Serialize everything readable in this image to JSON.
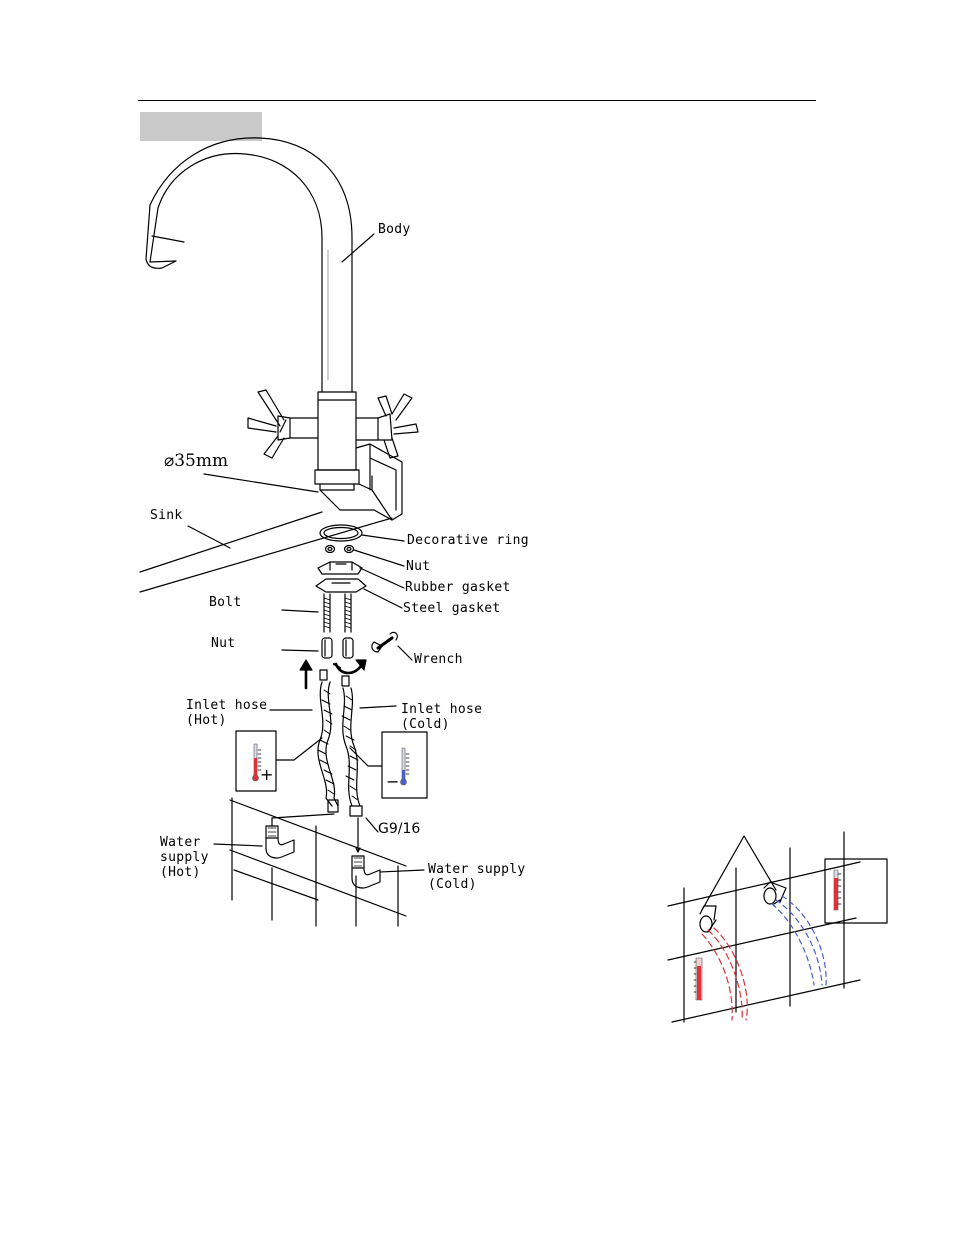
{
  "labels": {
    "body": "Body",
    "diameter": "⌀35mm",
    "sink": "Sink",
    "decorative_ring": "Decorative ring",
    "nut_top": "Nut",
    "rubber_gasket": "Rubber gasket",
    "steel_gasket": "Steel gasket",
    "bolt": "Bolt",
    "nut_lower": "Nut",
    "wrench": "Wrench",
    "inlet_hot": [
      "Inlet hose",
      "(Hot)"
    ],
    "inlet_cold": [
      "Inlet hose",
      "(Cold)"
    ],
    "thread": "G9/16",
    "supply_hot": [
      "Water",
      "supply",
      "(Hot)"
    ],
    "supply_cold": [
      "Water supply",
      "(Cold)"
    ],
    "plus_sign": "+",
    "minus_sign": "−"
  },
  "colors": {
    "line": "#000000",
    "tab": "#c9c9c9",
    "hot": "#e0303a",
    "cold": "#4a5fd0"
  }
}
